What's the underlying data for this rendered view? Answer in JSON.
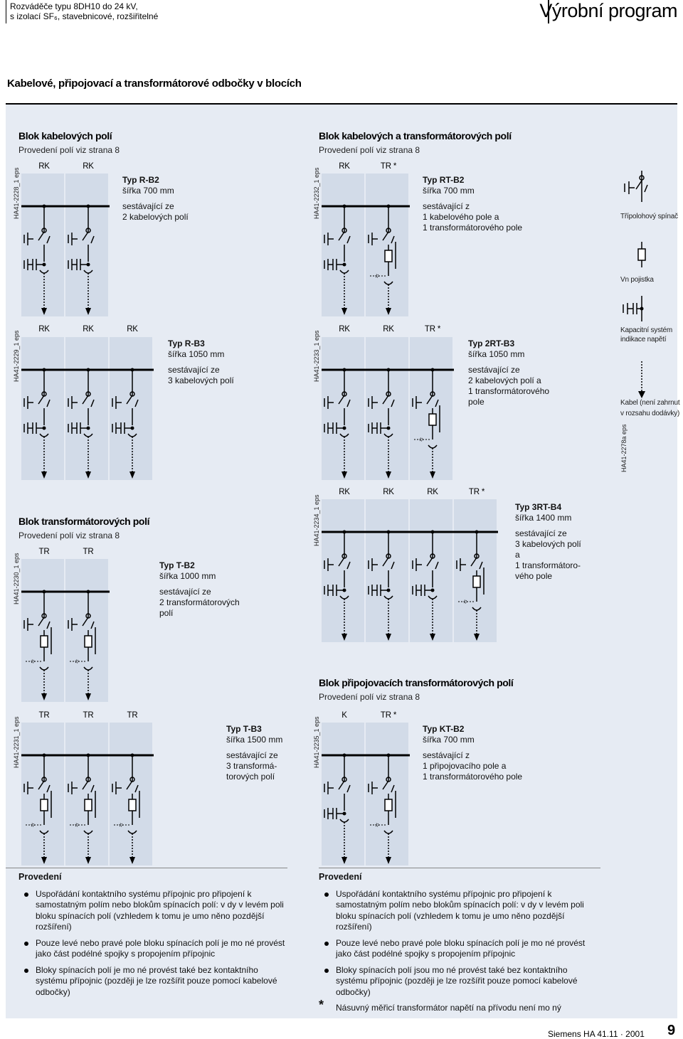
{
  "header": {
    "left_line1": "Rozváděče typu 8DH10 do 24 kV,",
    "left_line2": "s izolací SF₆, stavebnicové, rozšiřitelné",
    "right_title": "Výrobní program"
  },
  "page_title": "Kabelové, připojovací a transformátorové odbočky v blocích",
  "sections": [
    {
      "heading": "Blok kabelových polí",
      "sub": "Provedení polí viz strana 8"
    },
    {
      "heading": "Blok kabelových a transformátorových polí",
      "sub": "Provedení polí viz strana 8"
    },
    {
      "heading": "Blok transformátorových polí",
      "sub": "Provedení polí viz strana 8"
    },
    {
      "heading": "Blok připojovacích transformátorových polí",
      "sub": "Provedení polí viz strana 8"
    }
  ],
  "blocks": [
    {
      "id": "HA41-2228_1 eps",
      "labels": [
        "RK",
        "RK"
      ],
      "typ": "Typ R-B2",
      "width": "šířka 700 mm",
      "desc": [
        "sestávající ze",
        "2 kabelových polí"
      ],
      "fields": [
        "RK",
        "RK"
      ]
    },
    {
      "id": "HA41-2232_1 eps",
      "labels": [
        "RK",
        "TR *"
      ],
      "typ": "Typ RT-B2",
      "width": "šířka 700 mm",
      "desc": [
        "sestávající z",
        "1 kabelového pole a",
        "1 transformátorového pole"
      ],
      "fields": [
        "RK",
        "TR"
      ]
    },
    {
      "id": "HA41-2229_1 eps",
      "labels": [
        "RK",
        "RK",
        "RK"
      ],
      "typ": "Typ R-B3",
      "width": "šířka 1050 mm",
      "desc": [
        "sestávající ze",
        "3 kabelových polí"
      ],
      "fields": [
        "RK",
        "RK",
        "RK"
      ]
    },
    {
      "id": "HA41-2233_1 eps",
      "labels": [
        "RK",
        "RK",
        "TR *"
      ],
      "typ": "Typ 2RT-B3",
      "width": "šířka 1050 mm",
      "desc": [
        "sestávající ze",
        "2 kabelových polí a",
        "1 transformátorového",
        "pole"
      ],
      "fields": [
        "RK",
        "RK",
        "TR"
      ]
    },
    {
      "id": "HA41-2230_1 eps",
      "labels": [
        "TR",
        "TR"
      ],
      "typ": "Typ T-B2",
      "width": "šířka 1000 mm",
      "desc": [
        "sestávající ze",
        "2 transformátorových",
        "polí"
      ],
      "fields": [
        "TR",
        "TR"
      ]
    },
    {
      "id": "HA41-2234_1 eps",
      "labels": [
        "RK",
        "RK",
        "RK",
        "TR *"
      ],
      "typ": "Typ 3RT-B4",
      "width": "šířka 1400 mm",
      "desc": [
        "sestávající ze",
        "3 kabelových polí",
        "a",
        "1 transformátoro-",
        "vého pole"
      ],
      "fields": [
        "RK",
        "RK",
        "RK",
        "TR"
      ]
    },
    {
      "id": "HA41-2231_1 eps",
      "labels": [
        "TR",
        "TR",
        "TR"
      ],
      "typ": "Typ T-B3",
      "width": "šířka 1500 mm",
      "desc": [
        "sestávající ze",
        "3 transformá-",
        "torových polí"
      ],
      "fields": [
        "TR",
        "TR",
        "TR"
      ]
    },
    {
      "id": "HA41-2235_1 eps",
      "labels": [
        "K",
        "TR *"
      ],
      "typ": "Typ KT-B2",
      "width": "šířka 700 mm",
      "desc": [
        "sestávající z",
        "1 připojovacího pole a",
        "1 transformátorového pole"
      ],
      "fields": [
        "K",
        "TR"
      ]
    }
  ],
  "legend": {
    "switch": "Třípolohový spínač",
    "fuse": "Vn pojistka",
    "cap": "Kapacitní systém indikace napětí",
    "cable": "Kabel (není zahrnut v rozsahu dodávky)",
    "id": "HA41-2278a eps"
  },
  "provedeni_left": {
    "title": "Provedení",
    "items": [
      "Uspořádání kontaktního systému přípojnic pro připojení k samostatným polím nebo blokům spínacích polí: v dy v levém poli bloku spínacích polí (vzhledem k tomu je umo něno pozdější rozšíření)",
      "Pouze levé nebo pravé pole bloku spínacích polí je mo né provést jako část podélné spojky s propojením přípojnic",
      "Bloky spínacích polí je mo né provést také bez kontaktního systému přípojnic (později je lze rozšířit pouze pomocí kabelové odbočky)"
    ]
  },
  "provedeni_right": {
    "title": "Provedení",
    "items": [
      "Uspořádání kontaktního systému přípojnic pro připojení k samostatným polím nebo blokům spínacích polí: v dy v levém poli bloku spínacích polí (vzhledem k tomu je umo něno pozdější rozšíření)",
      "Pouze levé nebo pravé pole bloku spínacích polí je mo né provést jako část podélné spojky s propojením přípojnic",
      "Bloky spínacích polí jsou mo né provést také bez kontaktního systému přípojnic (později je lze rozšířit pouze pomocí kabelové odbočky)"
    ],
    "note": "Násuvný měřicí transformátor napětí na přívodu není mo ný"
  },
  "footer": {
    "text": "Siemens  HA 41.11 · 2001",
    "page": "9"
  }
}
